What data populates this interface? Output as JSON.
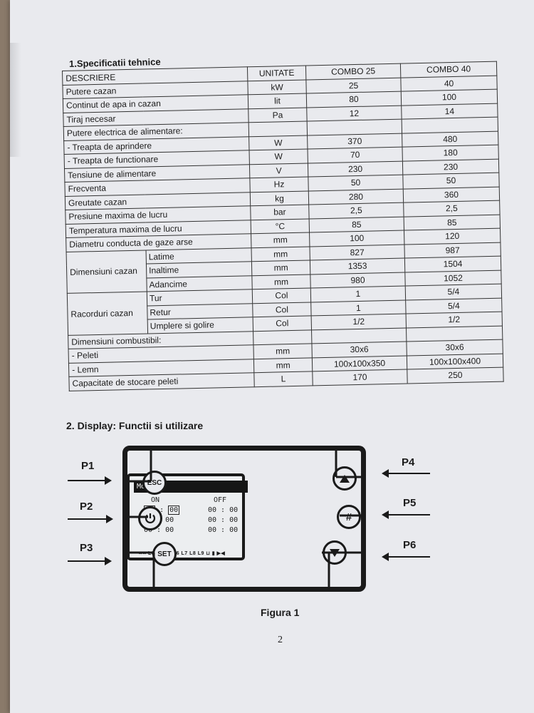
{
  "section1_title": "1.Specificatii tehnice",
  "table": {
    "header": {
      "descriere": "DESCRIERE",
      "unitate": "UNITATE",
      "combo25": "COMBO 25",
      "combo40": "COMBO 40"
    },
    "rows": [
      {
        "d": "Putere cazan",
        "u": "kW",
        "a": "25",
        "b": "40"
      },
      {
        "d": "Continut de apa in cazan",
        "u": "lit",
        "a": "80",
        "b": "100"
      },
      {
        "d": "Tiraj necesar",
        "u": "Pa",
        "a": "12",
        "b": "14"
      },
      {
        "d": "Putere electrica de alimentare:",
        "u": "",
        "a": "",
        "b": ""
      },
      {
        "d": "- Treapta de aprindere",
        "u": "W",
        "a": "370",
        "b": "480"
      },
      {
        "d": "- Treapta de functionare",
        "u": "W",
        "a": "70",
        "b": "180"
      },
      {
        "d": "Tensiune de alimentare",
        "u": "V",
        "a": "230",
        "b": "230"
      },
      {
        "d": "Frecventa",
        "u": "Hz",
        "a": "50",
        "b": "50"
      },
      {
        "d": "Greutate cazan",
        "u": "kg",
        "a": "280",
        "b": "360"
      },
      {
        "d": "Presiune maxima de lucru",
        "u": "bar",
        "a": "2,5",
        "b": "2,5"
      },
      {
        "d": "Temperatura maxima de lucru",
        "u": "°C",
        "a": "85",
        "b": "85"
      },
      {
        "d": "Diametru conducta de gaze arse",
        "u": "mm",
        "a": "100",
        "b": "120"
      }
    ],
    "dim_group": "Dimensiuni cazan",
    "dim_rows": [
      {
        "d": "Latime",
        "u": "mm",
        "a": "827",
        "b": "987"
      },
      {
        "d": "Inaltime",
        "u": "mm",
        "a": "1353",
        "b": "1504"
      },
      {
        "d": "Adancime",
        "u": "mm",
        "a": "980",
        "b": "1052"
      }
    ],
    "rac_group": "Racorduri cazan",
    "rac_rows": [
      {
        "d": "Tur",
        "u": "Col",
        "a": "1",
        "b": "5/4"
      },
      {
        "d": "Retur",
        "u": "Col",
        "a": "1",
        "b": "5/4"
      },
      {
        "d": "Umplere si golire",
        "u": "Col",
        "a": "1/2",
        "b": "1/2"
      }
    ],
    "tail_rows": [
      {
        "d": "Dimensiuni combustibil:",
        "u": "",
        "a": "",
        "b": ""
      },
      {
        "d": "- Peleti",
        "u": "mm",
        "a": "30x6",
        "b": "30x6"
      },
      {
        "d": "- Lemn",
        "u": "mm",
        "a": "100x100x350",
        "b": "100x100x400"
      },
      {
        "d": "Capacitate de stocare peleti",
        "u": "L",
        "a": "170",
        "b": "250"
      }
    ]
  },
  "section2_title": "2. Display: Functii si utilizare",
  "display": {
    "day": "Monday",
    "on_label": "ON",
    "off_label": "OFF",
    "on_h1": "06",
    "on_m1": "00",
    "rows": [
      {
        "on": "00 : 00",
        "off": "00 : 00"
      },
      {
        "on": "00 : 00",
        "off": "00 : 00"
      },
      {
        "on": "00 : 00",
        "off": "00 : 00"
      }
    ],
    "indicators": "~~ ∞∞ L3 L4 L5 L6 L7 L8 L9 ⊔ ▮ ▶◀"
  },
  "buttons": {
    "esc": "ESC",
    "set": "SET"
  },
  "labels": {
    "p1": "P1",
    "p2": "P2",
    "p3": "P3",
    "p4": "P4",
    "p5": "P5",
    "p6": "P6"
  },
  "caption": "Figura 1",
  "page_number": "2"
}
